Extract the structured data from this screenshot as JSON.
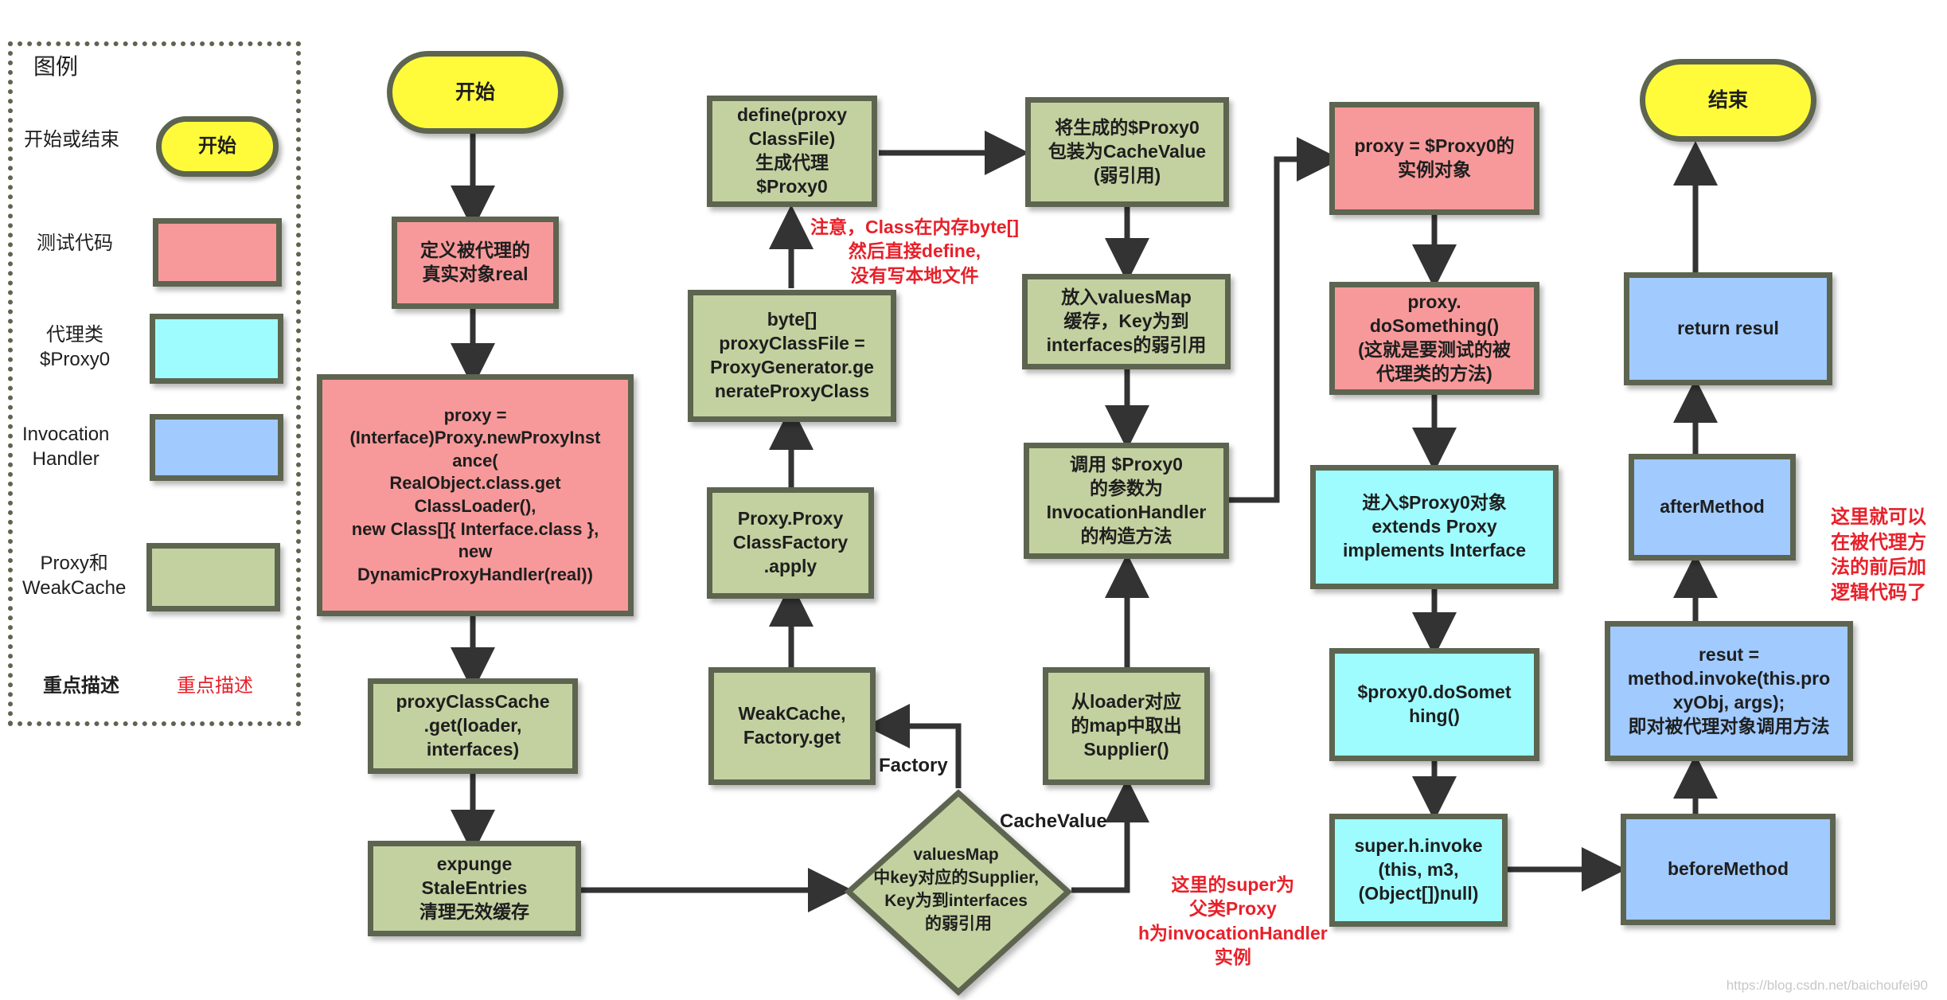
{
  "legend": {
    "title": "图例",
    "items": [
      {
        "label": "开始或结束",
        "sample": "开始"
      },
      {
        "label": "测试代码"
      },
      {
        "label": "代理类\n$Proxy0"
      },
      {
        "label": "Invocation\nHandler"
      },
      {
        "label": "Proxy和\nWeakCache"
      },
      {
        "label": "重点描述",
        "sample": "重点描述"
      }
    ]
  },
  "nodes": {
    "start": "开始",
    "define_real": "定义被代理的\n真实对象real",
    "new_proxy": "proxy =\n(Interface)Proxy.newProxyInst\nance(\n        RealObject.class.get\nClassLoader(),\nnew Class[]{ Interface.class },\n        new\nDynamicProxyHandler(real))",
    "cache_get": "proxyClassCache\n.get(loader,\ninterfaces)",
    "expunge": "expunge\nStaleEntries\n清理无效缓存",
    "values_map": "valuesMap\n中key对应的Supplier,\nKey为到interfaces\n的弱引用",
    "weakcache_get": "WeakCache,\nFactory.get",
    "factory_apply": "Proxy.Proxy\nClassFactory\n.apply",
    "generate": "byte[]\nproxyClassFile =\nProxyGenerator.ge\nnerateProxyClass",
    "define_class": "define(proxy\nClassFile)\n生成代理\n$Proxy0",
    "wrap_cache": "将生成的$Proxy0\n包装为CacheValue\n(弱引用)",
    "put_values": "放入valuesMap\n缓存，Key为到\ninterfaces的弱引用",
    "invoke_ctor": "调用 $Proxy0\n的参数为\nInvocationHandler\n的构造方法",
    "get_supplier": "从loader对应\n的map中取出\nSupplier()",
    "instance": "proxy = $Proxy0的\n实例对象",
    "do_something": "proxy.\ndoSomething()\n(这就是要测试的被\n代理类的方法)",
    "enter_proxy": "进入$Proxy0对象\nextends Proxy\nimplements Interface",
    "proxy_do": "$proxy0.doSomet\nhing()",
    "super_invoke": "super.h.invoke\n(this, m3,\n(Object[])null)",
    "before": "beforeMethod",
    "resut": "resut =\nmethod.invoke(this.pro\nxyObj, args);\n即对被代理对象调用方法",
    "after": "afterMethod",
    "return": "return resul",
    "end": "结束"
  },
  "edge_labels": {
    "factory": "Factory",
    "cache_value": "CacheValue"
  },
  "notes": {
    "class_note": "注意，Class在内存byte[]\n然后直接define,\n没有写本地文件",
    "super_note": "这里的super为\n父类Proxy\nh为invocationHandler\n实例",
    "logic_note": "这里就可以\n在被代理方\n法的前后加\n逻辑代码了"
  },
  "watermark": "https://blog.csdn.net/baichoufei90",
  "colors": {
    "terminal": "#fffb3b",
    "test_code": "#f7999a",
    "proxy_class": "#9efcff",
    "invocation_handler": "#a1caff",
    "proxy_weakcache": "#c3d1a0",
    "highlight": "#e8202a",
    "border": "#5d6450"
  }
}
